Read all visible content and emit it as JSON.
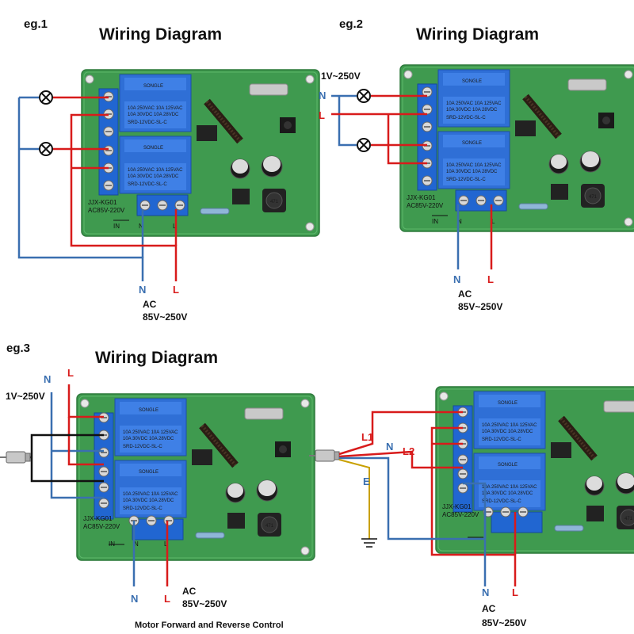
{
  "diagrams": [
    {
      "tag": "eg.1",
      "title": "Wiring Diagram",
      "n": "N",
      "l": "L",
      "ac": "AC",
      "voltage": "85V~250V"
    },
    {
      "tag": "eg.2",
      "title": "Wiring Diagram",
      "n": "N",
      "l": "L",
      "ac": "AC",
      "voltage": "85V~250V",
      "input_voltage": "1V~250V"
    },
    {
      "tag": "eg.3",
      "title": "Wiring Diagram",
      "n": "N",
      "l": "L",
      "ac": "AC",
      "voltage": "85V~250V",
      "input_voltage": "1V~250V",
      "caption": "Motor Forward and Reverse Control"
    },
    {
      "n": "N",
      "l": "L",
      "ac": "AC",
      "voltage": "85V~250V",
      "l1": "L1",
      "l2": "L2",
      "n_mid": "N",
      "e": "E"
    }
  ],
  "board": {
    "model": "JJX-KG01",
    "rating": "AC85V-220V",
    "relay_brand": "SONGLE",
    "relay_line1": "10A 250VAC  10A 125VAC",
    "relay_line2": "10A  30VDC  10A  28VDC",
    "relay_model": "SRD-12VDC-SL-C",
    "in_label": "IN",
    "in_n": "N",
    "in_l": "L",
    "coil": "471"
  },
  "colors": {
    "neutral": "#3a6fb0",
    "live": "#d81b1b",
    "motor_wire": "#111111",
    "pcb": "#3f9a4f",
    "relay": "#2f6fd6",
    "terminal": "#2166d1"
  }
}
